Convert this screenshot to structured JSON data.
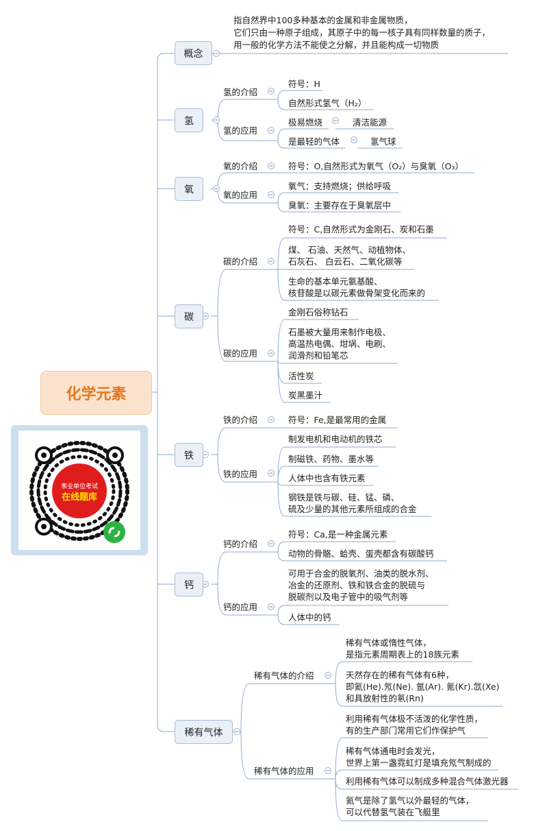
{
  "root": "化学元素",
  "qr": {
    "line1": "事业单位考试",
    "line2": "在线题库"
  },
  "concept": {
    "label": "概念",
    "text": "指自然界中100多种基本的金属和非金属物质，\n它们只由一种原子组成，其原子中的每一核子具有同样数量的质子，\n用一般的化学方法不能使之分解，并且能构成一切物质"
  },
  "hydrogen": {
    "label": "氢",
    "intro": "氢的介绍",
    "intro_items": [
      "符号：H",
      "自然形式氢气（H₂）"
    ],
    "use": "氢的应用",
    "use_items": [
      "极易燃烧",
      "清洁能源",
      "是最轻的气体",
      "氢气球"
    ]
  },
  "oxygen": {
    "label": "氧",
    "intro": "氧的介绍",
    "intro_item": "符号：O,自然形式为氧气（O₂）与臭氧（O₃）",
    "use": "氧的应用",
    "use_items": [
      "氧气：支持燃烧；供给呼吸",
      "臭氧：主要存在于臭氧层中"
    ]
  },
  "carbon": {
    "label": "碳",
    "intro": "碳的介绍",
    "intro_items": [
      "符号：C,自然形式为金刚石、炭和石墨",
      "煤、 石油、天然气、动植物体、\n石灰石、 白云石、二氧化碳等",
      "生命的基本单元氨基酸、\n核苷酸是以碳元素做骨架变化而来的"
    ],
    "use": "碳的应用",
    "use_items": [
      "金刚石俗称钻石",
      "石墨被大量用来制作电极、\n高温热电偶、坩埚、电刷、\n润滑剂和铅笔芯",
      "活性炭",
      "炭黑墨汁"
    ]
  },
  "iron": {
    "label": "铁",
    "intro": "铁的介绍",
    "intro_item": "符号：Fe,是最常用的金属",
    "use": "铁的应用",
    "use_items": [
      "制发电机和电动机的铁芯",
      "制磁铁、药物、墨水等",
      "人体中也含有铁元素",
      "钢铁是铁与碳、硅、锰、磷、\n硫及少量的其他元素所组成的合金"
    ]
  },
  "calcium": {
    "label": "钙",
    "intro": "钙的介绍",
    "intro_items": [
      "符号：Ca,是一种金属元素",
      "动物的骨骼、蛤壳、蛋壳都含有碳酸钙"
    ],
    "use": "钙的应用",
    "use_items": [
      "可用于合金的脱氧剂、油类的脱水剂、\n冶金的还原剂、铁和铁合金的脱硫与\n脱碳剂以及电子管中的吸气剂等",
      "人体中的钙"
    ]
  },
  "noble": {
    "label": "稀有气体",
    "intro": "稀有气体的介绍",
    "intro_items": [
      "稀有气体或惰性气体，\n是指元素周期表上的18族元素",
      "天然存在的稀有气体有6种，\n即氦(He).氖(Ne). 氩(Ar). 氪(Kr).氙(Xe)\n和具放射性的氡(Rn)"
    ],
    "use": "稀有气体的应用",
    "use_items": [
      "利用稀有气体极不活泼的化学性质，\n有的生产部门常用它们作保护气",
      "稀有气体通电时会发光，\n世界上第一盏霓虹灯是填充氖气制成的",
      "利用稀有气体可以制成多种混合气体激光器",
      "氦气是除了氢气以外最轻的气体，\n可以代替氢气装在飞艇里"
    ]
  }
}
